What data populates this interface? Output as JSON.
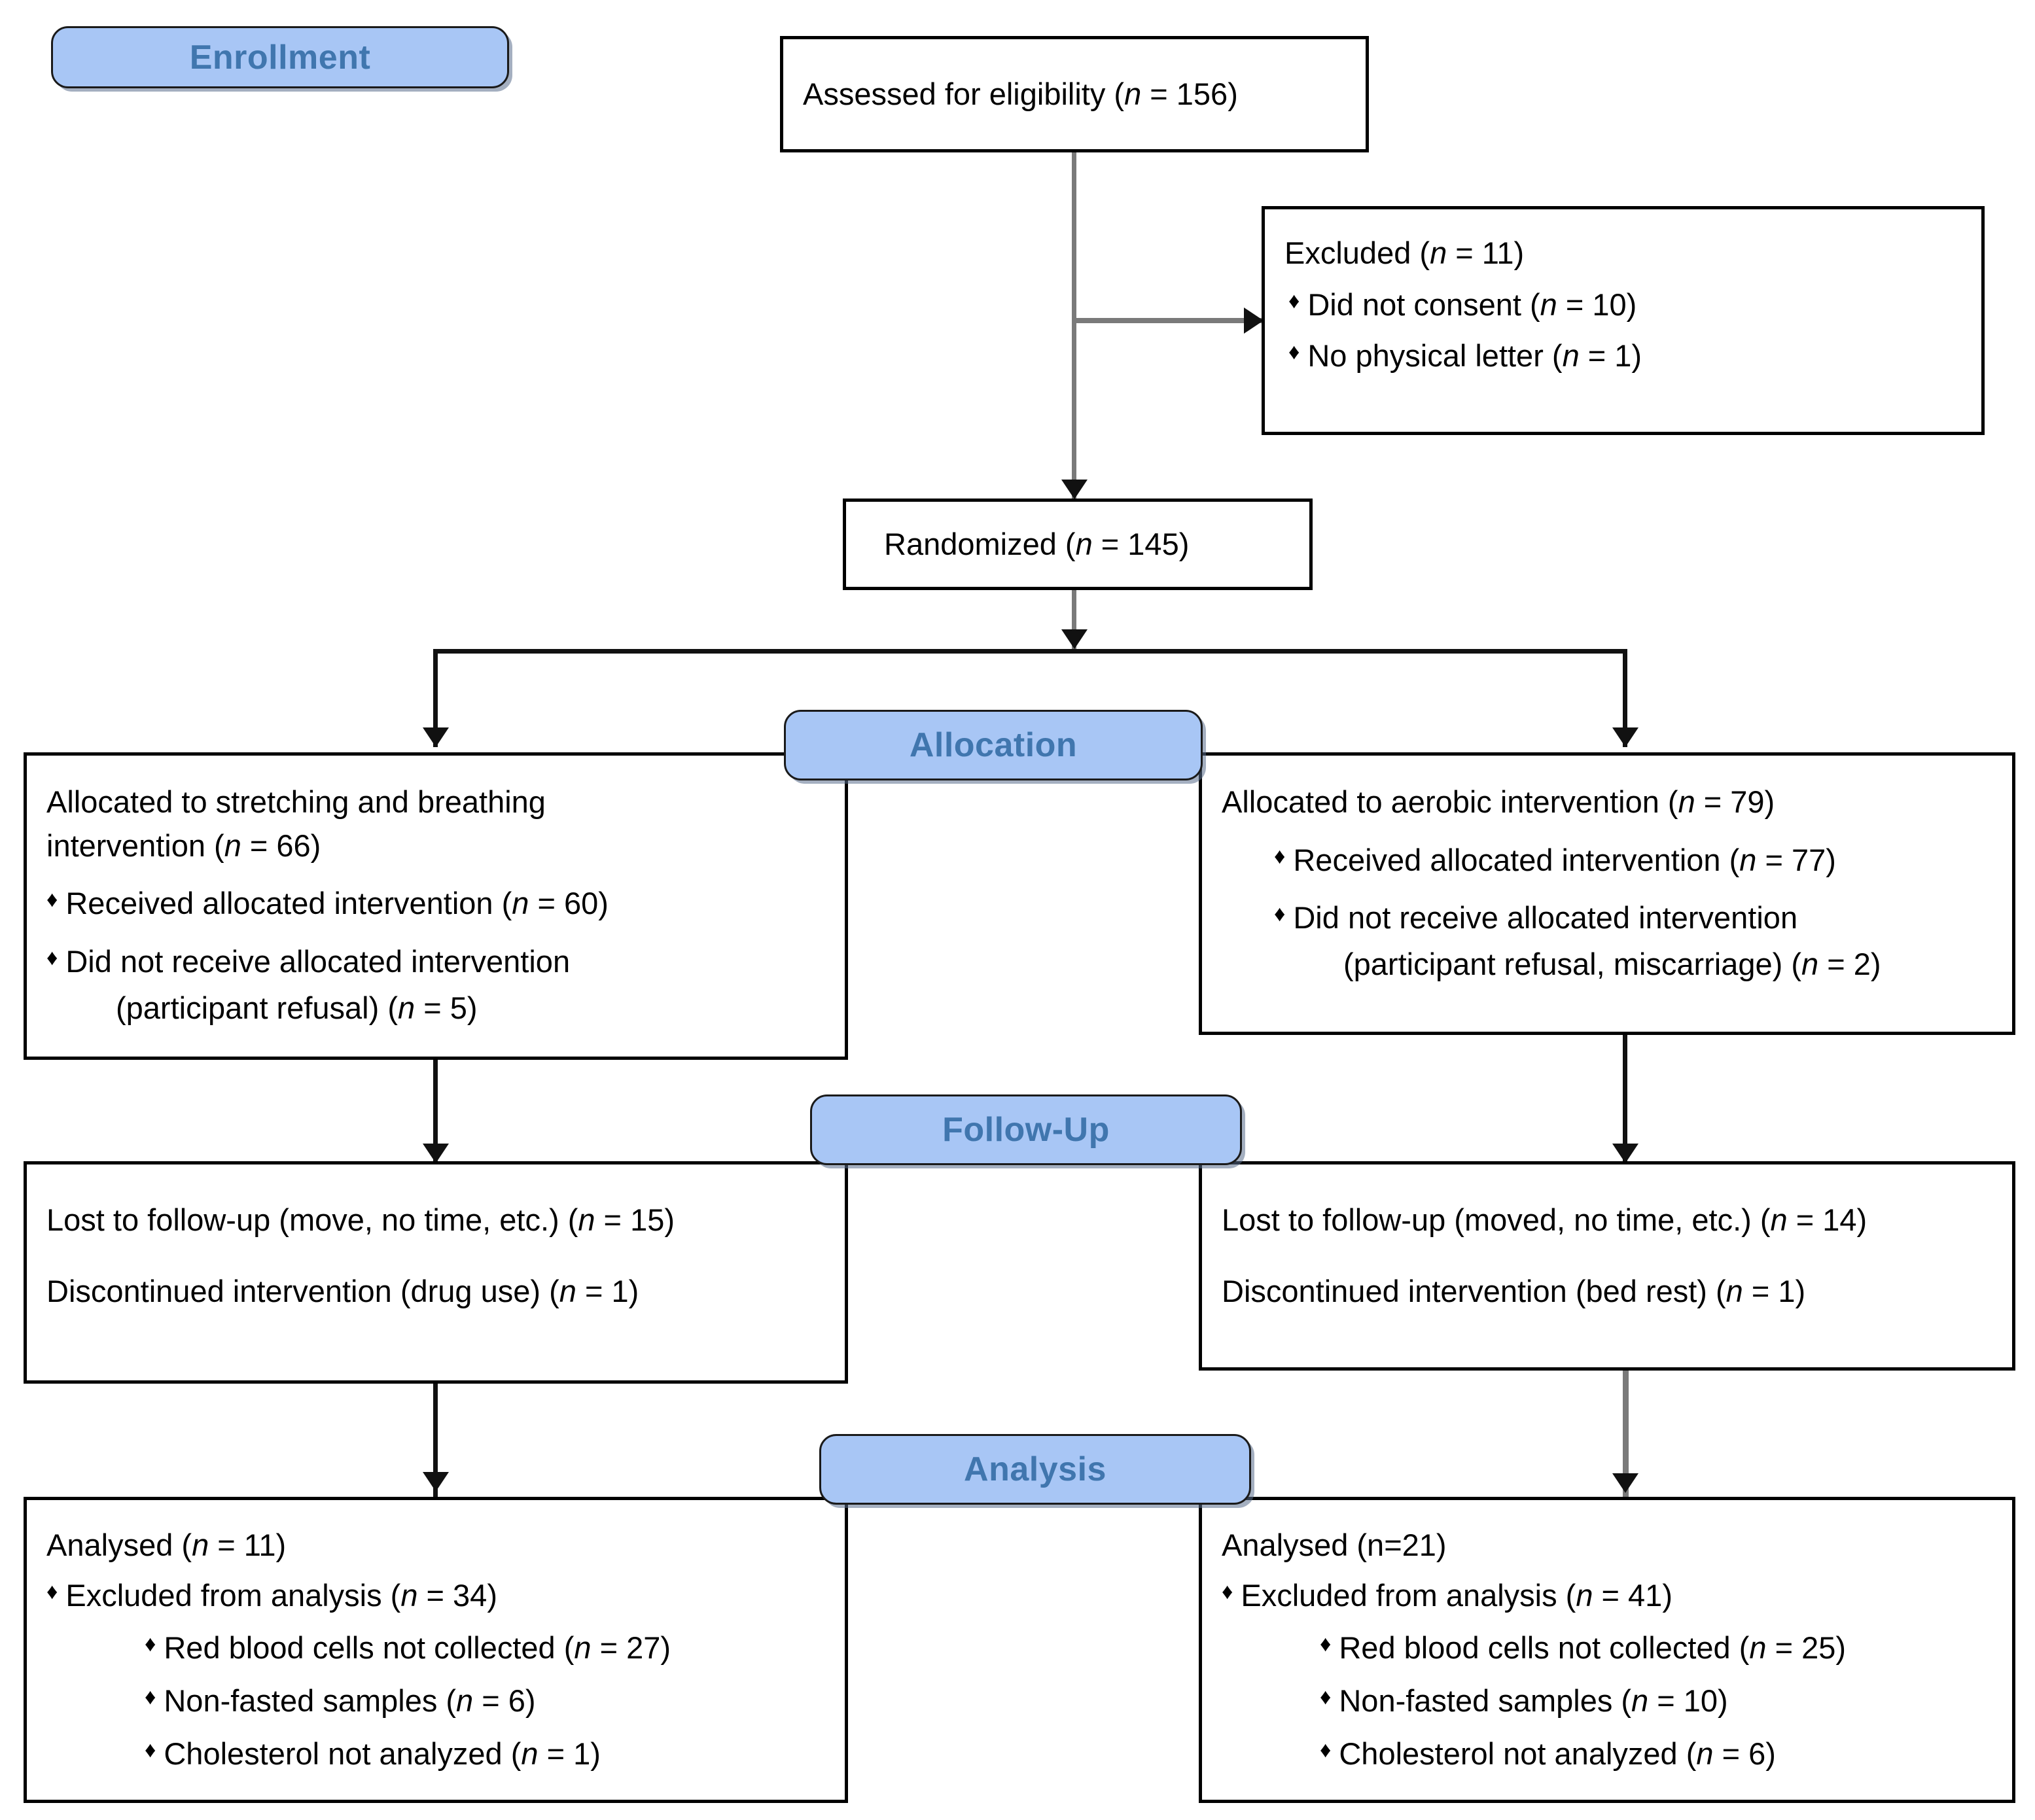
{
  "colors": {
    "badge_fill": "#A8C6F5",
    "badge_text": "#4076AE",
    "badge_border": "#1A1A1A",
    "box_border": "#000000",
    "connector": "#7A7A7A",
    "arrowhead": "#111111",
    "background": "#FFFFFF"
  },
  "stages": {
    "enrollment": "Enrollment",
    "allocation": "Allocation",
    "followup": "Follow-Up",
    "analysis": "Analysis"
  },
  "boxes": {
    "assessed": {
      "text": "Assessed for eligibility (n = 156)",
      "lead": "Assessed for eligibility (",
      "nvar": "n",
      "tail": " = 156)"
    },
    "excluded": {
      "title_lead": "Excluded (",
      "title_nvar": "n",
      "title_tail": " = 11)",
      "items": [
        {
          "lead": "Did not consent (",
          "nvar": "n",
          "tail": " = 10)"
        },
        {
          "lead": "No physical letter (",
          "nvar": "n",
          "tail": " = 1)"
        }
      ]
    },
    "randomized": {
      "lead": "Randomized (",
      "nvar": "n",
      "tail": " = 145)"
    },
    "allocation_left": {
      "title_line1": "Allocated to stretching and breathing",
      "title_line2_lead": "intervention (",
      "title_nvar": "n",
      "title_line2_tail": " = 66)",
      "items": [
        {
          "lead": "Received allocated intervention (",
          "nvar": "n",
          "tail": " = 60)",
          "cont": null
        },
        {
          "lead": "Did not receive allocated intervention",
          "nvar": null,
          "tail": null,
          "cont_lead": "(participant refusal) (",
          "cont_nvar": "n",
          "cont_tail": " = 5)"
        }
      ]
    },
    "allocation_right": {
      "title_lead": "Allocated to aerobic intervention (",
      "title_nvar": "n",
      "title_tail": " = 79)",
      "items": [
        {
          "lead": "Received allocated intervention (",
          "nvar": "n",
          "tail": " = 77)",
          "cont": null
        },
        {
          "lead": "Did not receive allocated intervention",
          "nvar": null,
          "tail": null,
          "cont_lead": "(participant refusal, miscarriage) (",
          "cont_nvar": "n",
          "cont_tail": " = 2)"
        }
      ]
    },
    "followup_left": {
      "line1_lead": "Lost to follow-up (move, no time, etc.) (",
      "line1_nvar": "n",
      "line1_tail": " = 15)",
      "line2_lead": "Discontinued intervention (drug use) (",
      "line2_nvar": "n",
      "line2_tail": " = 1)"
    },
    "followup_right": {
      "line1_lead": "Lost to follow-up (moved, no time, etc.) (",
      "line1_nvar": "n",
      "line1_tail": " = 14)",
      "line2_lead": "Discontinued intervention (bed rest) (",
      "line2_nvar": "n",
      "line2_tail": " = 1)"
    },
    "analysis_left": {
      "title_lead": "Analysed (",
      "title_nvar": "n",
      "title_tail": " = 11)",
      "excluded_lead": "Excluded from analysis (",
      "excluded_nvar": "n",
      "excluded_tail": " = 34)",
      "sub_items": [
        {
          "lead": "Red blood cells not collected (",
          "nvar": "n",
          "tail": " = 27)"
        },
        {
          "lead": "Non-fasted samples (",
          "nvar": "n",
          "tail": " = 6)"
        },
        {
          "lead": "Cholesterol not analyzed (",
          "nvar": "n",
          "tail": " = 1)"
        }
      ]
    },
    "analysis_right": {
      "title_plain": "Analysed (n=21)",
      "excluded_lead": "Excluded from analysis (",
      "excluded_nvar": "n",
      "excluded_tail": " = 41)",
      "sub_items": [
        {
          "lead": "Red blood cells not collected (",
          "nvar": "n",
          "tail": " = 25)"
        },
        {
          "lead": "Non-fasted samples (",
          "nvar": "n",
          "tail": " = 10)"
        },
        {
          "lead": "Cholesterol not analyzed (",
          "nvar": "n",
          "tail": " = 6)"
        }
      ]
    }
  },
  "bullet_glyph": "♦"
}
